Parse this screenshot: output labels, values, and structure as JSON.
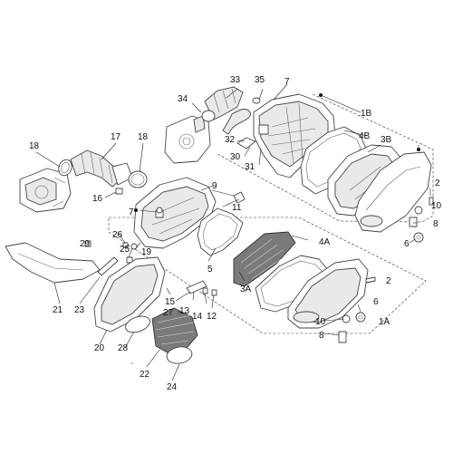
{
  "callouts": {
    "c1B": "1B",
    "c1A": "1A",
    "c2a": "2",
    "c2b": "2",
    "c3A": "3A",
    "c3B": "3B",
    "c4A": "4A",
    "c4B": "4B",
    "c5": "5",
    "c6a": "6",
    "c6b": "6",
    "c7a": "7",
    "c7b": "7",
    "c8a": "8",
    "c8b": "8",
    "c9": "9",
    "c10a": "10",
    "c10b": "10",
    "c11": "11",
    "c12": "12",
    "c13": "13",
    "c14": "14",
    "c15": "15",
    "c16": "16",
    "c17": "17",
    "c18a": "18",
    "c18b": "18",
    "c19": "19",
    "c20": "20",
    "c21": "21",
    "c22": "22",
    "c23": "23",
    "c24": "24",
    "c25": "25",
    "c26": "26",
    "c27": "27",
    "c28": "28",
    "c29": "29",
    "c30": "30",
    "c31": "31",
    "c32": "32",
    "c33": "33",
    "c34": "34",
    "c35": "35"
  }
}
